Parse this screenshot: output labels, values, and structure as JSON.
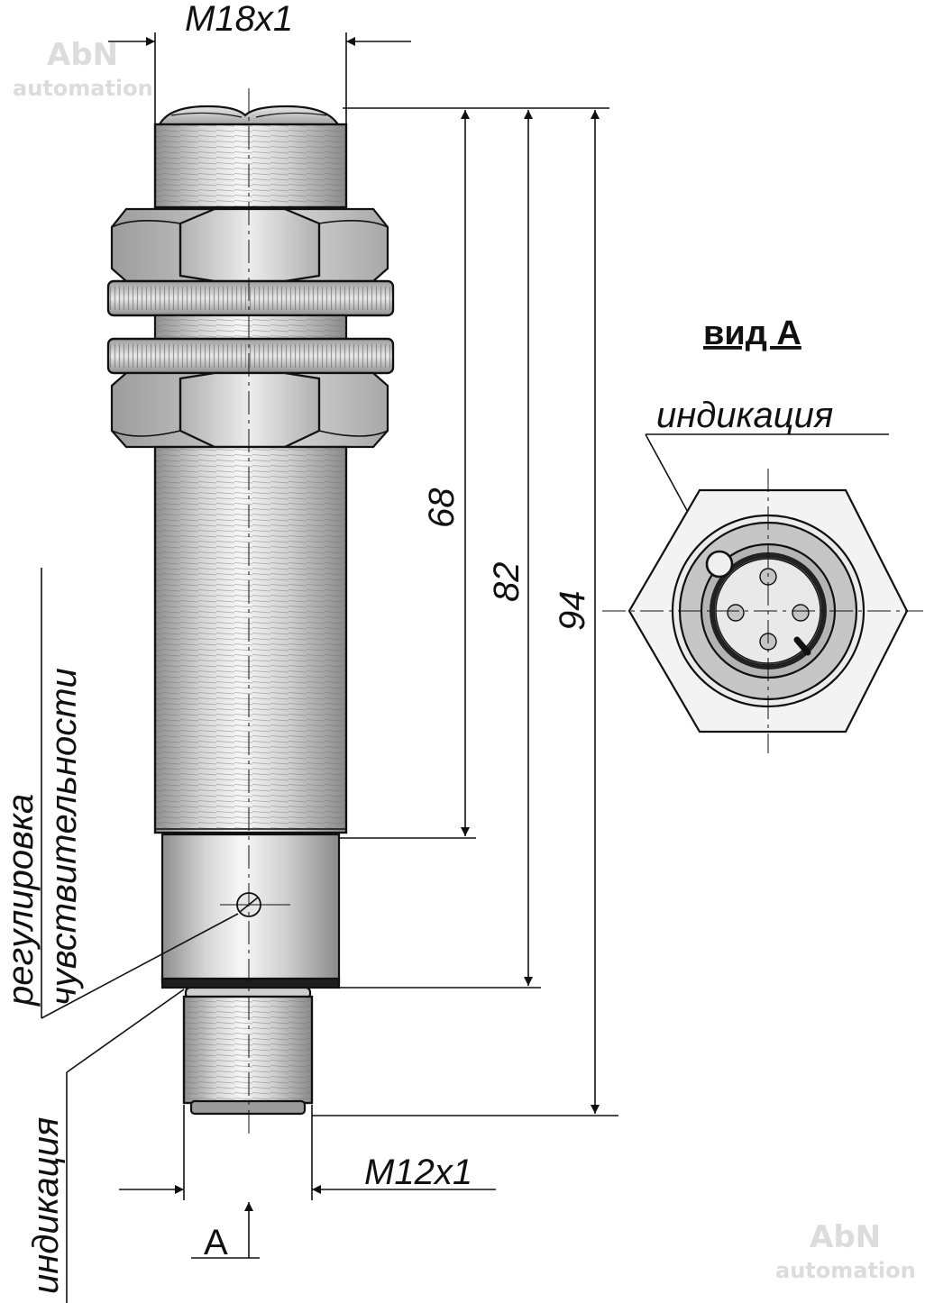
{
  "labels": {
    "thread_top": "M18x1",
    "thread_bottom": "M12x1",
    "dim_68": "68",
    "dim_82": "82",
    "dim_94": "94",
    "view_title": "вид А",
    "view_indication": "индикация",
    "sensitivity_line1": "регулировка",
    "sensitivity_line2": "чувствительности",
    "side_indication": "индикация",
    "view_arrow": "А"
  },
  "watermark": {
    "brand": "AbN",
    "tagline": "automation"
  },
  "colors": {
    "line": "#111111",
    "metal_dark": "#8a8a8a",
    "metal_mid": "#c8c8c8",
    "metal_light": "#f2f2f2",
    "watermark": "#dcdcdc"
  }
}
